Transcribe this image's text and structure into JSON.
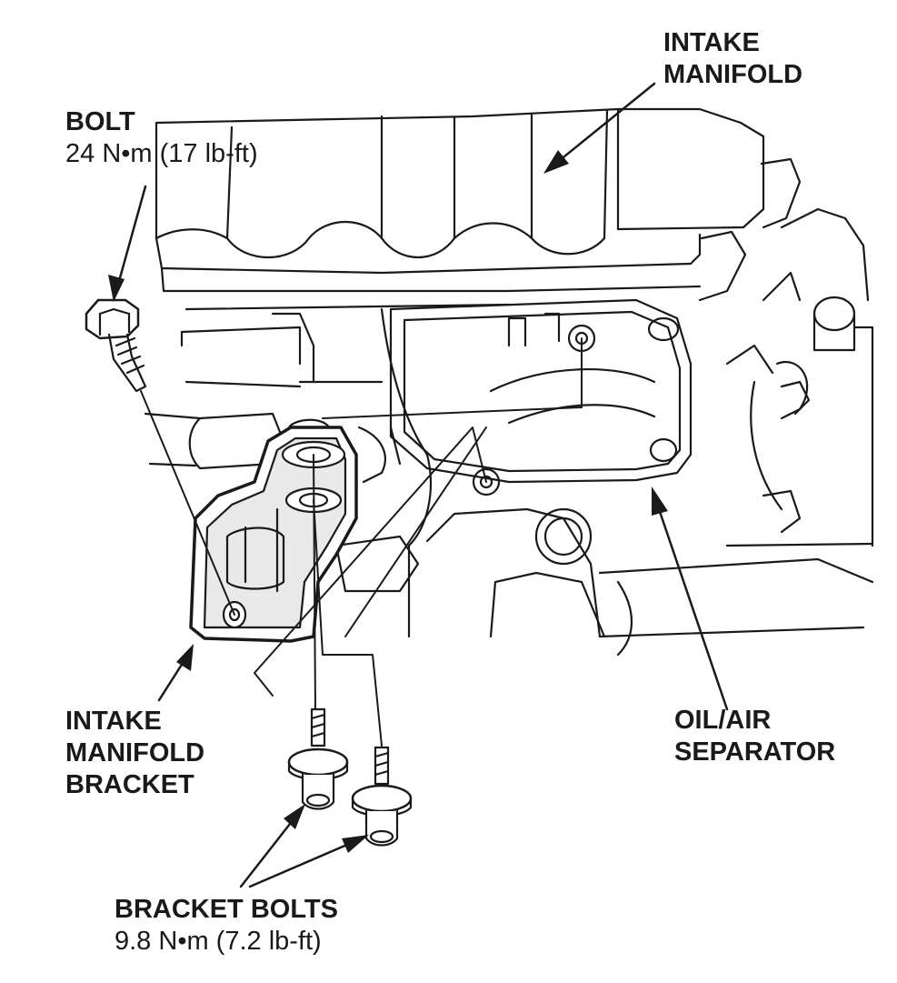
{
  "labels": {
    "intake_manifold": {
      "line1": "INTAKE",
      "line2": "MANIFOLD"
    },
    "bolt": {
      "name": "BOLT",
      "torque": "24 N•m (17 lb-ft)"
    },
    "bracket": {
      "line1": "INTAKE",
      "line2": "MANIFOLD",
      "line3": "BRACKET"
    },
    "oil_air_separator": {
      "line1": "OIL/AIR",
      "line2": "SEPARATOR"
    },
    "bracket_bolts": {
      "name": "BRACKET BOLTS",
      "torque": "9.8 N•m (7.2 lb-ft)"
    }
  },
  "colors": {
    "ink": "#1a1a1a",
    "paper": "#ffffff",
    "shade": "#e9e9e9"
  }
}
